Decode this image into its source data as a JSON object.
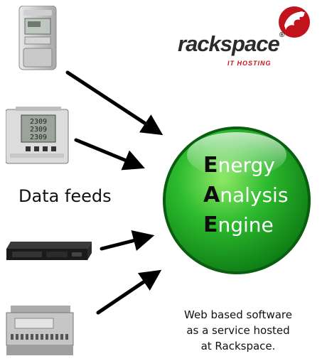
{
  "labels": {
    "data_feeds": "Data feeds",
    "web_text": [
      "Web based software",
      "as a service hosted",
      "at Rackspace."
    ]
  },
  "logo": {
    "name": "rackspace",
    "reg": "®",
    "tagline": "IT HOSTING",
    "brand_color": "#c2131c"
  },
  "engine": {
    "lines": [
      {
        "cap": "E",
        "rest": "nergy"
      },
      {
        "cap": "A",
        "rest": "nalysis"
      },
      {
        "cap": "E",
        "rest": "ngine"
      }
    ],
    "color": "#1fb32a"
  },
  "devices": [
    "electricity-meter",
    "panel-meter",
    "network-switch",
    "plc-controller"
  ]
}
